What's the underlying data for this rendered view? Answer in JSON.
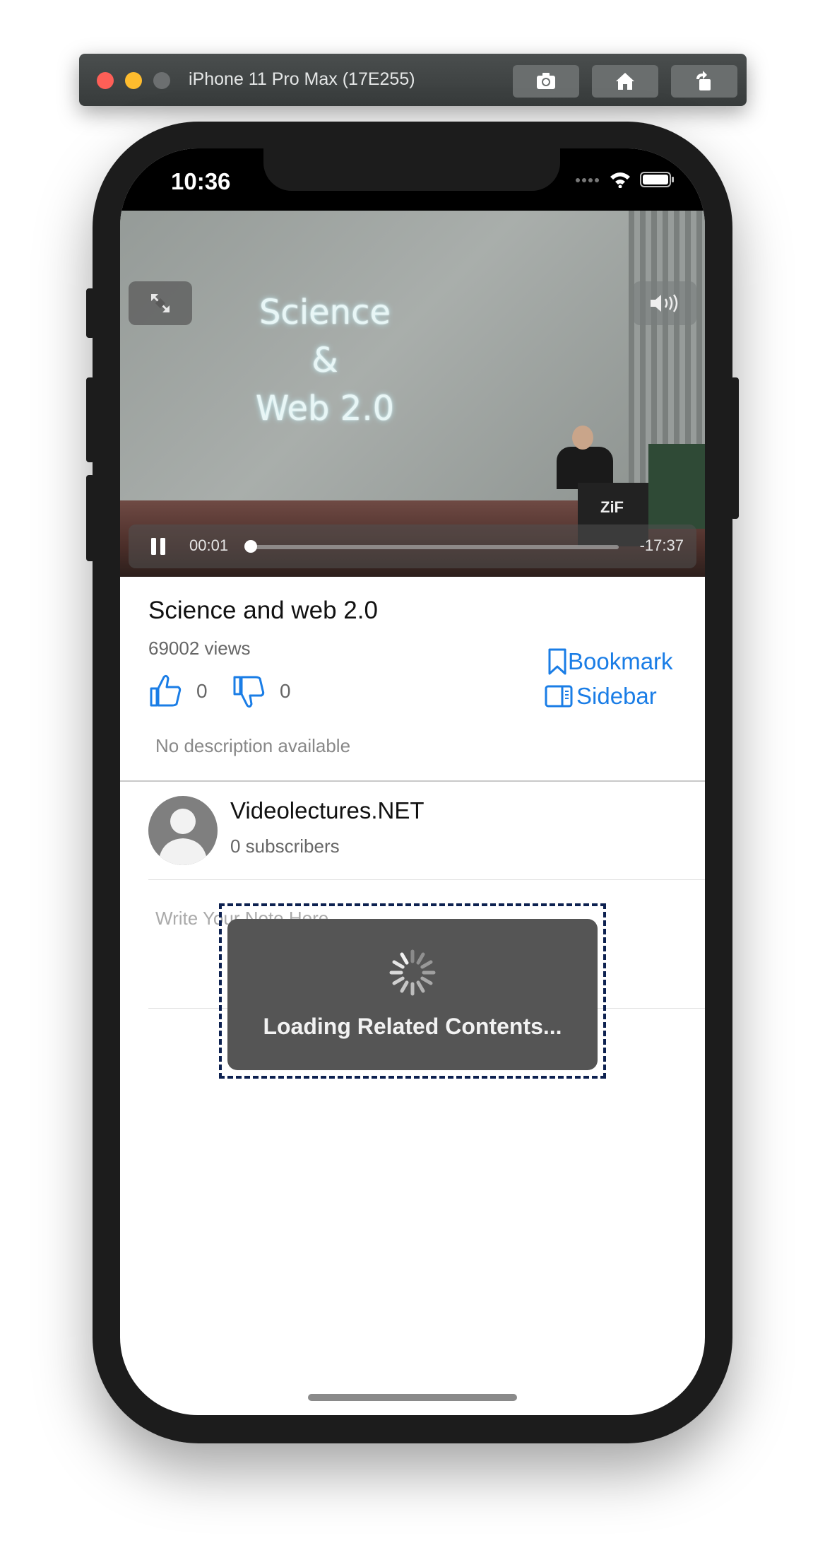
{
  "simulator": {
    "title": "iPhone 11 Pro Max (17E255)",
    "buttons": [
      "screenshot-icon",
      "home-icon",
      "rotate-icon"
    ]
  },
  "status_bar": {
    "time": "10:36"
  },
  "video": {
    "slide_line1": "Science",
    "slide_line2": "&",
    "slide_line3": "Web 2.0",
    "podium_label": "ZiF",
    "current_time": "00:01",
    "remaining_time": "-17:37",
    "progress": 0.01
  },
  "details": {
    "title": "Science and web 2.0",
    "views": "69002 views",
    "likes": "0",
    "dislikes": "0",
    "bookmark_label": "Bookmark",
    "sidebar_label": "Sidebar",
    "description": "No description available"
  },
  "channel": {
    "name": "Videolectures.NET",
    "subscribers": "0 subscribers"
  },
  "note": {
    "placeholder": "Write Your Note Here"
  },
  "loading": {
    "message": "Loading Related Contents..."
  },
  "colors": {
    "accent": "#1a7de6",
    "hud": "#555555",
    "dashed_border": "#0d2150"
  }
}
